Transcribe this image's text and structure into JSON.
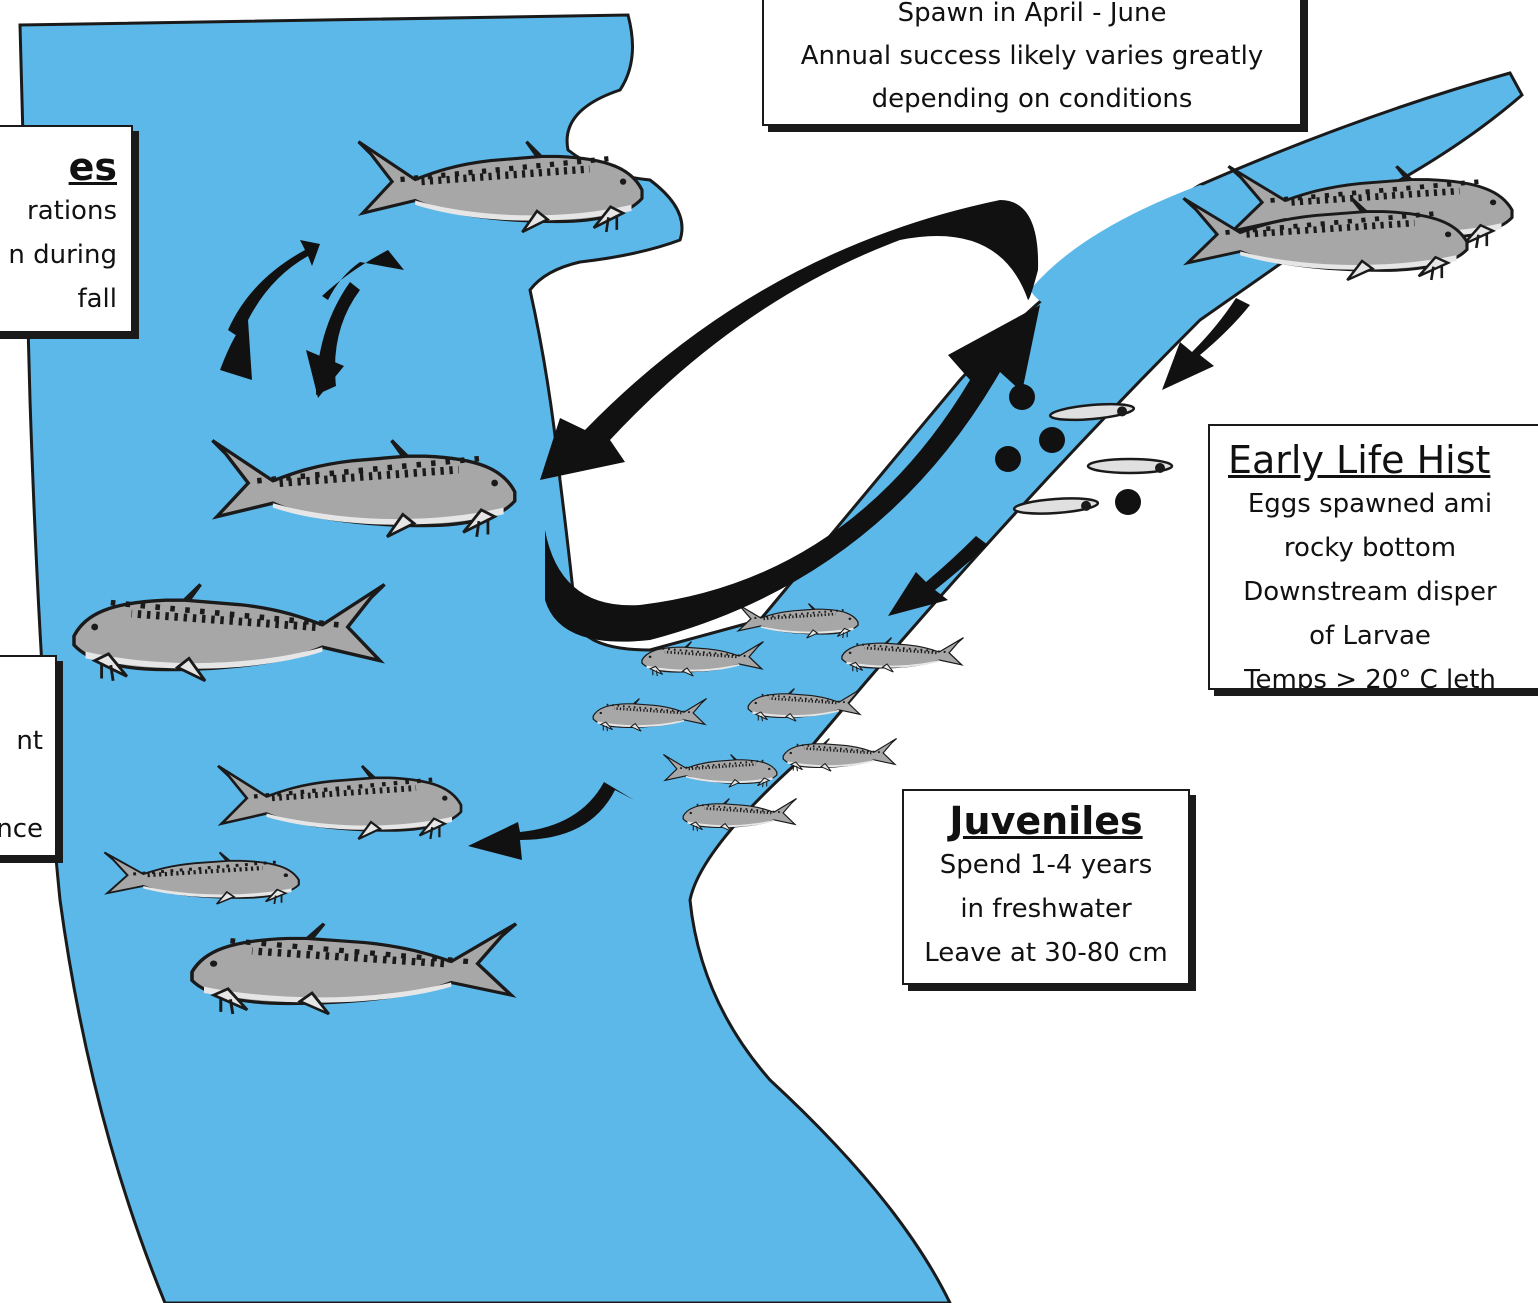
{
  "colors": {
    "water": "#5db8ea",
    "fish_body": "#a7a7a7",
    "fish_belly": "#e6e6e6",
    "outline": "#1a1a1a",
    "arrow": "#111111",
    "box_bg": "#ffffff"
  },
  "spawning_box": {
    "lines": [
      "Spawn in April - June",
      "Annual success likely varies greatly",
      "depending on conditions"
    ]
  },
  "adult_top_box": {
    "title_fragment": "es",
    "lines": [
      "rations",
      "n during",
      "fall"
    ]
  },
  "adult_mid_box": {
    "lines": [
      "nt",
      "nce"
    ]
  },
  "early_life_box": {
    "title": "Early Life Hist",
    "lines": [
      "Eggs spawned ami",
      "rocky bottom",
      "Downstream disper",
      "of Larvae",
      "Temps > 20° C leth"
    ]
  },
  "juveniles_box": {
    "title": "Juveniles",
    "lines": [
      "Spend 1-4 years",
      "in freshwater",
      "Leave at 30-80 cm"
    ]
  },
  "icons": [
    "sturgeon-icon",
    "egg-icon",
    "larva-icon",
    "arrow-icon"
  ]
}
